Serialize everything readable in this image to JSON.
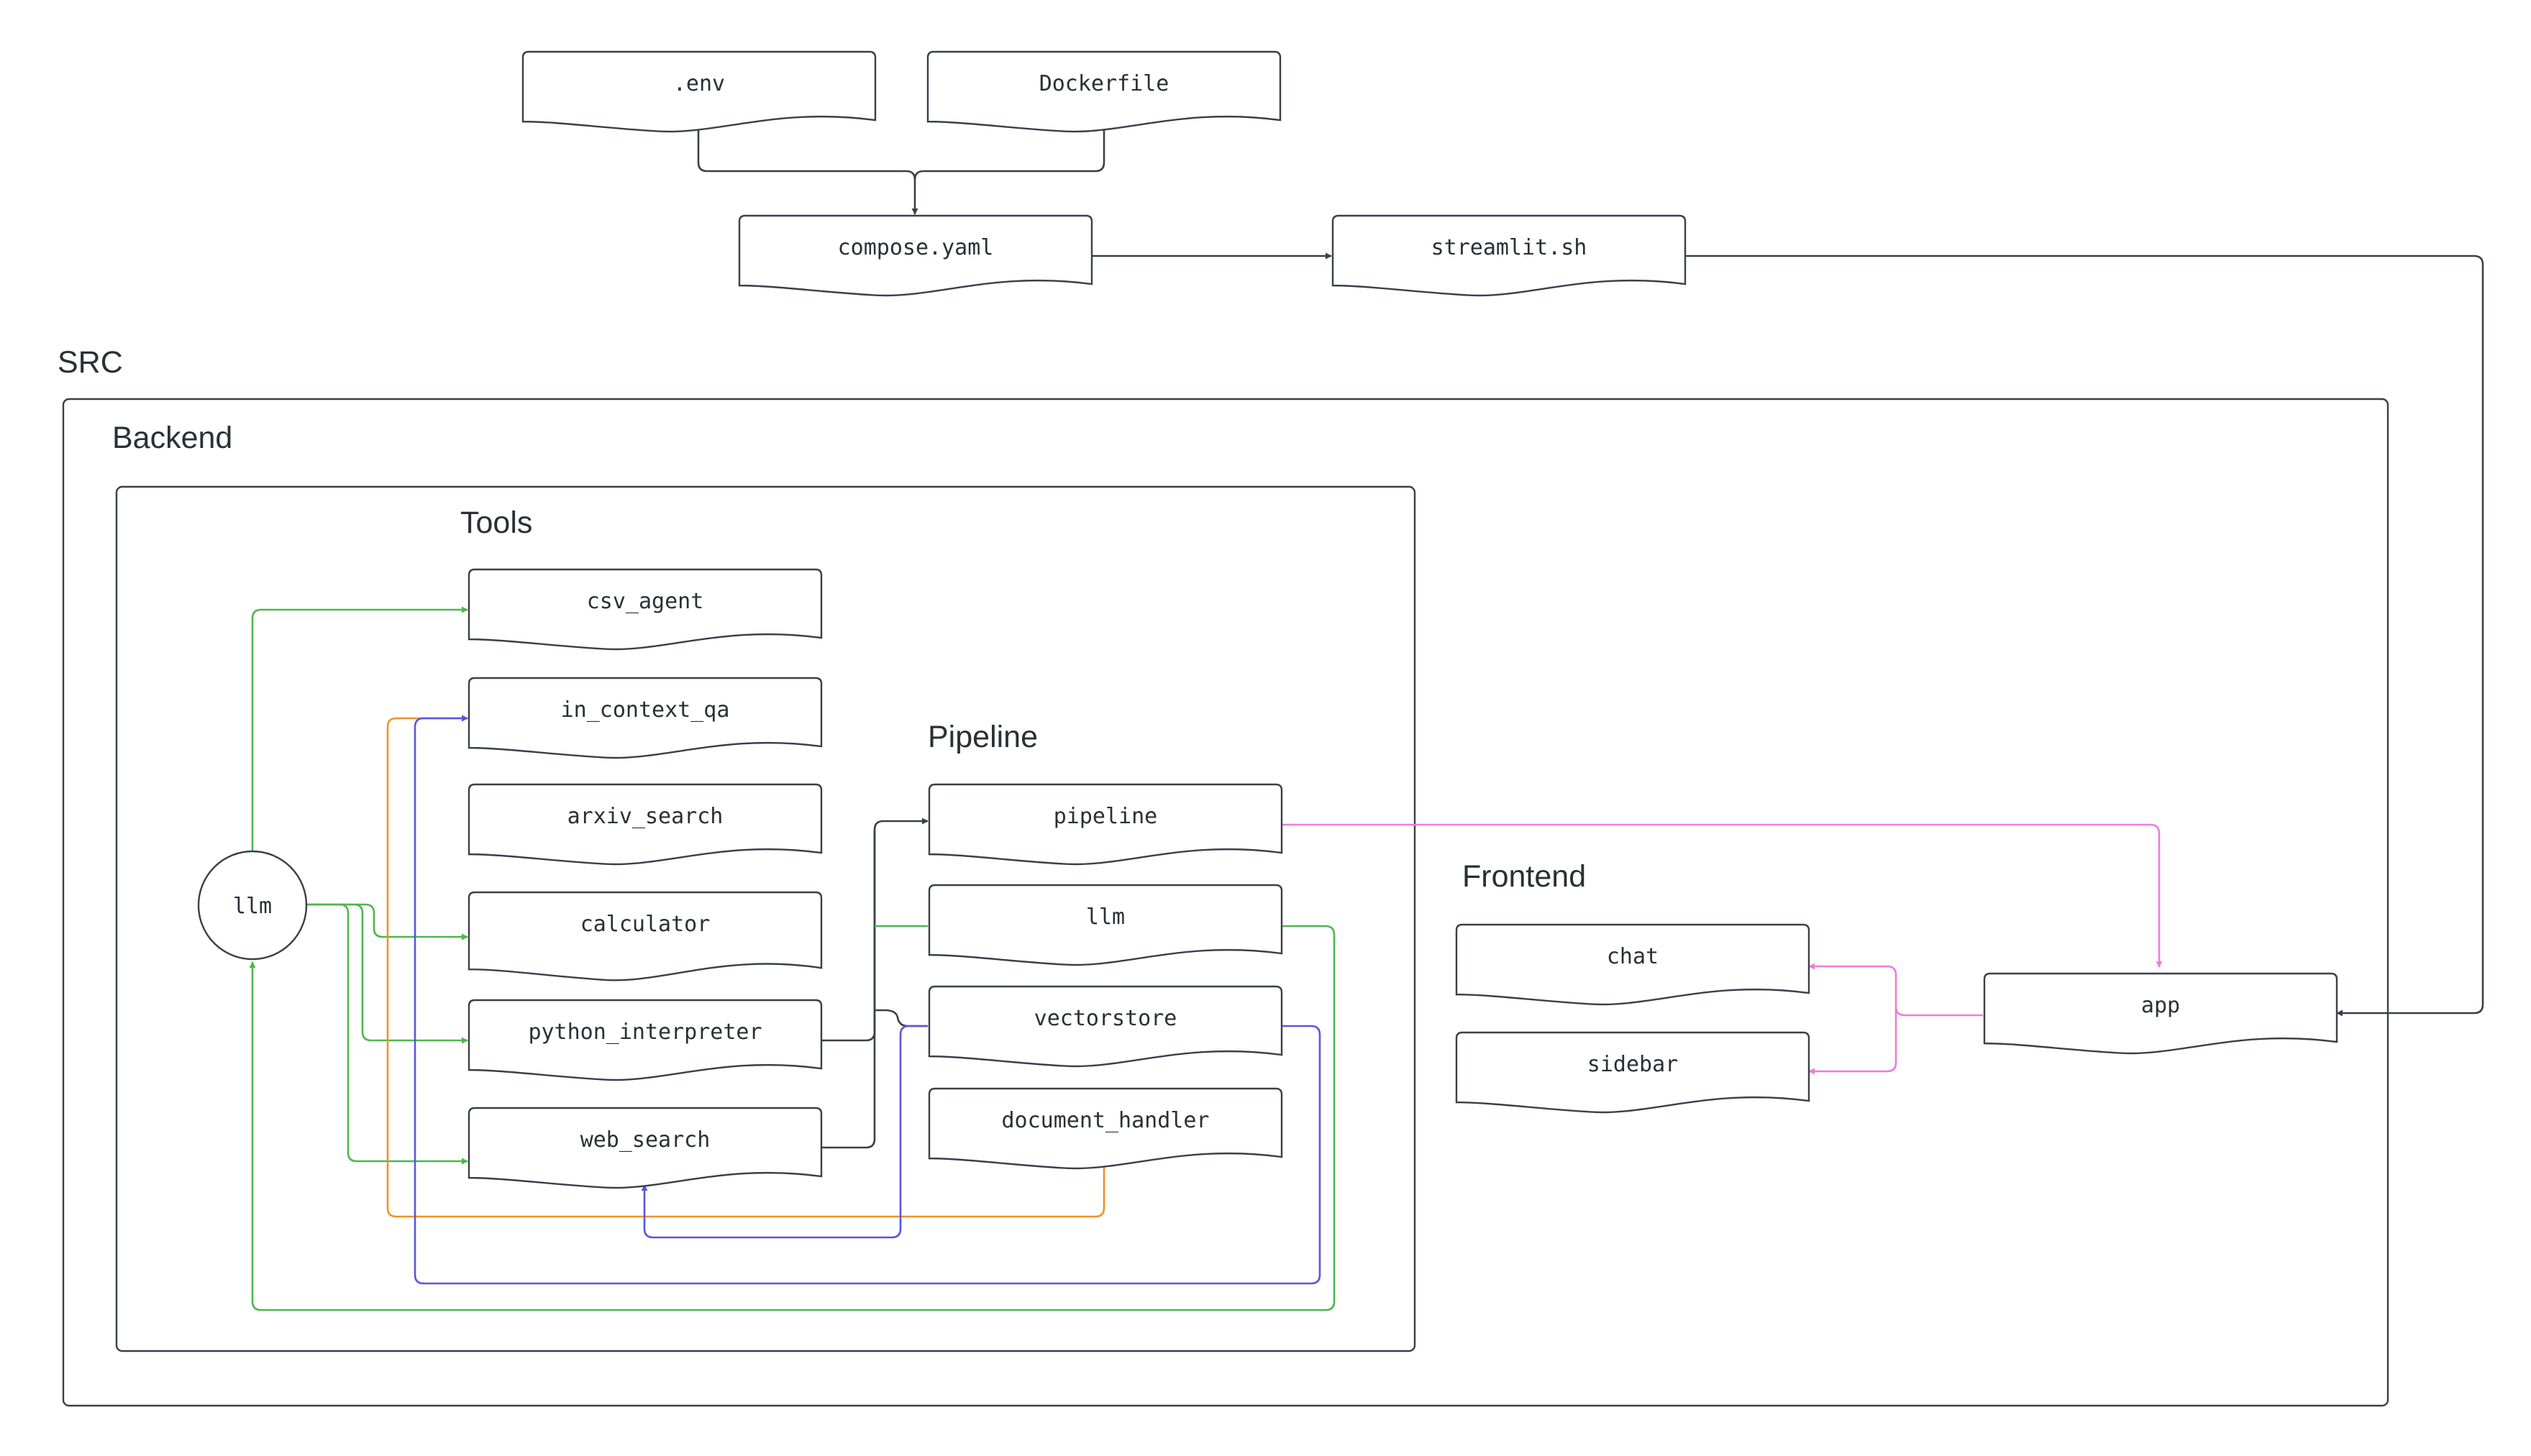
{
  "colors": {
    "dark": "#3a3f48",
    "green": "#4cb84c",
    "orange": "#f0922a",
    "blue": "#5a55e0",
    "pink": "#ef7bdc"
  },
  "groups": {
    "src": "SRC",
    "backend": "Backend",
    "tools": "Tools",
    "pipeline": "Pipeline",
    "frontend": "Frontend"
  },
  "nodes": {
    "env": ".env",
    "dockerfile": "Dockerfile",
    "compose": "compose.yaml",
    "streamlit": "streamlit.sh",
    "csv_agent": "csv_agent",
    "in_context_qa": "in_context_qa",
    "arxiv_search": "arxiv_search",
    "calculator": "calculator",
    "python_interpreter": "python_interpreter",
    "web_search": "web_search",
    "llm_tools": "llm",
    "pipeline": "pipeline",
    "llm_pipeline": "llm",
    "vectorstore": "vectorstore",
    "document_handler": "document_handler",
    "chat": "chat",
    "sidebar": "sidebar",
    "app": "app"
  }
}
